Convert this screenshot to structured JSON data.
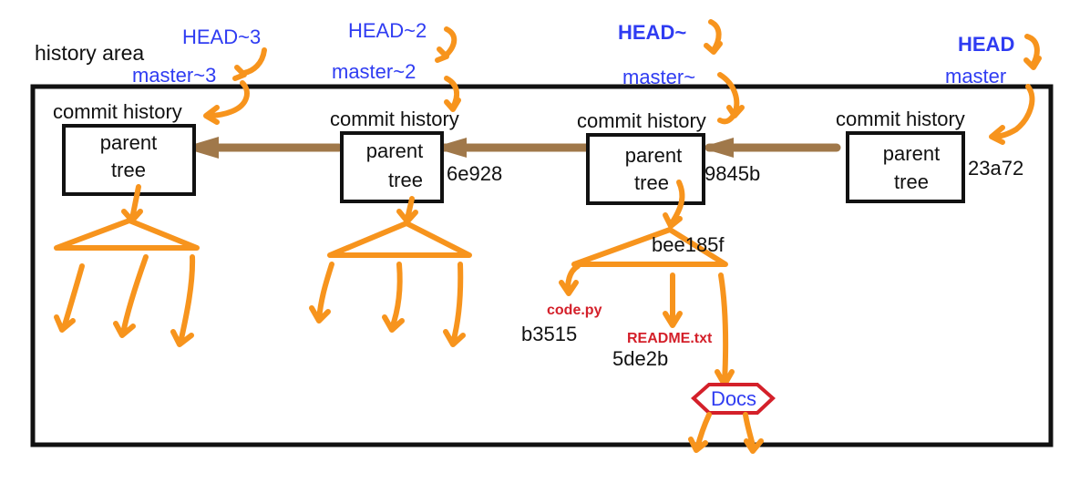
{
  "area_label": "history area",
  "commits": [
    {
      "history_label": "commit history",
      "parent_label": "parent",
      "tree_label": "tree",
      "hash": "",
      "ref_head": "HEAD~3",
      "ref_branch": "master~3"
    },
    {
      "history_label": "commit history",
      "parent_label": "parent",
      "tree_label": "tree",
      "hash": "6e928",
      "ref_head": "HEAD~2",
      "ref_branch": "master~2"
    },
    {
      "history_label": "commit history",
      "parent_label": "parent",
      "tree_label": "tree",
      "hash": "9845b",
      "ref_head": "HEAD~",
      "ref_branch": "master~"
    },
    {
      "history_label": "commit history",
      "parent_label": "parent",
      "tree_label": "tree",
      "hash": "23a72",
      "ref_head": "HEAD",
      "ref_branch": "master"
    }
  ],
  "tree_hash": "bee185f",
  "files": [
    {
      "name": "code.py",
      "hash": "b3515"
    },
    {
      "name": "README.txt",
      "hash": "5de2b"
    }
  ],
  "folder": {
    "name": "Docs"
  },
  "colors": {
    "ref_text": "#2f3cf2",
    "file_text": "#d4202a",
    "arrow": "#f7941d",
    "parent_link": "#a0784a",
    "folder_border": "#d4202a"
  }
}
